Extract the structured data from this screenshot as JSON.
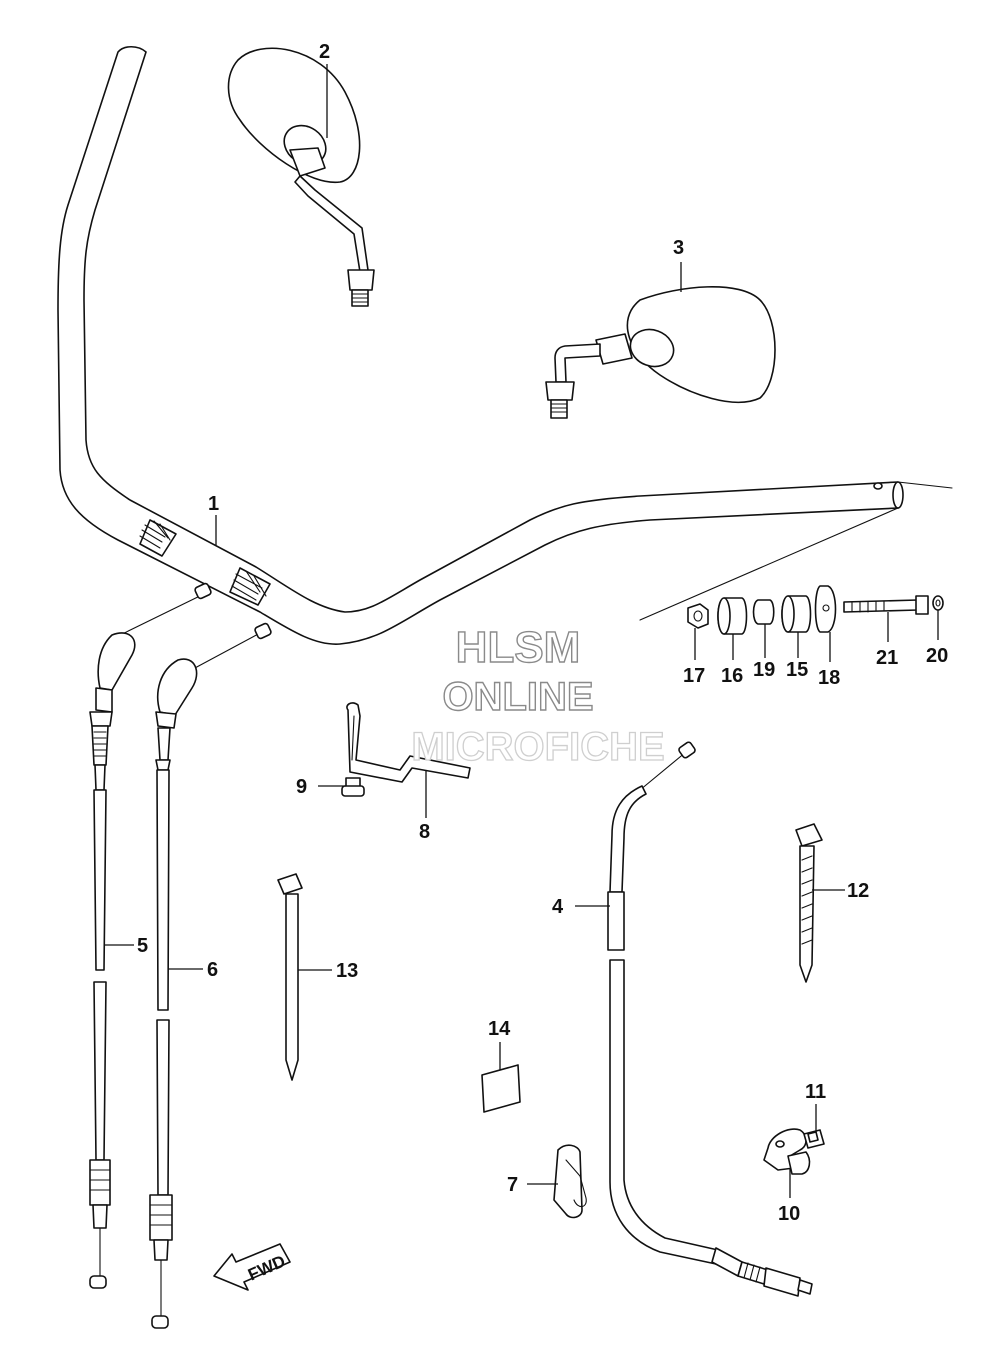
{
  "watermark": {
    "line1": "HLSM",
    "line2": "ONLINE",
    "line3": "MICROFICHE"
  },
  "direction_badge": {
    "label": "FWD"
  },
  "callouts": [
    "1",
    "2",
    "3",
    "4",
    "5",
    "6",
    "7",
    "8",
    "9",
    "10",
    "11",
    "12",
    "13",
    "14",
    "15",
    "16",
    "17",
    "18",
    "19",
    "20",
    "21"
  ]
}
